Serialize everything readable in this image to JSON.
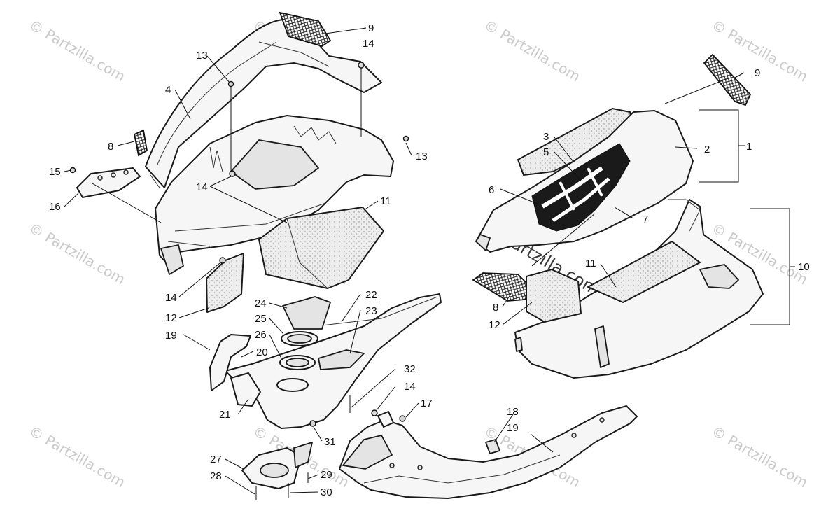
{
  "watermark": {
    "text": "© Partzilla.com"
  },
  "callouts": {
    "c1": "1",
    "c2": "2",
    "c3": "3",
    "c4": "4",
    "c5": "5",
    "c6": "6",
    "c7": "7",
    "c8a": "8",
    "c8b": "8",
    "c9a": "9",
    "c9b": "9",
    "c10": "10",
    "c11a": "11",
    "c11b": "11",
    "c12a": "12",
    "c12b": "12",
    "c13a": "13",
    "c13b": "13",
    "c14a": "14",
    "c14b": "14",
    "c14c": "14",
    "c14d": "14",
    "c15": "15",
    "c16": "16",
    "c17": "17",
    "c18": "18",
    "c19a": "19",
    "c19b": "19",
    "c20": "20",
    "c21": "21",
    "c22": "22",
    "c23": "23",
    "c24": "24",
    "c25": "25",
    "c26": "26",
    "c27": "27",
    "c28": "28",
    "c29": "29",
    "c30": "30",
    "c31": "31",
    "c32": "32"
  }
}
